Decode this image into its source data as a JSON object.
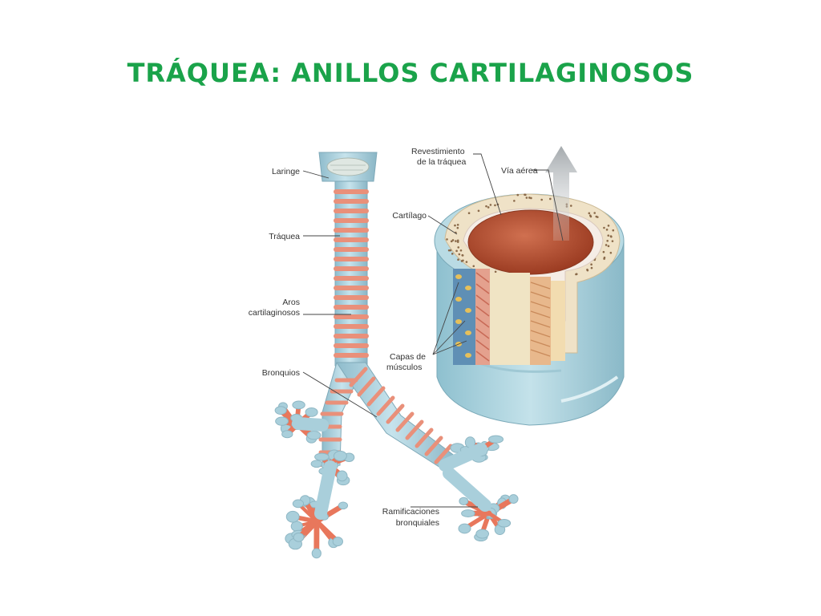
{
  "slide": {
    "title": "TRÁQUEA: ANILLOS CARTILAGINOSOS"
  },
  "labels": {
    "laringe": "Laringe",
    "traquea": "Tráquea",
    "aros_1": "Aros",
    "aros_2": "cartilaginosos",
    "bronquios": "Bronquios",
    "ramificaciones_1": "Ramificaciones",
    "ramificaciones_2": "bronquiales",
    "revestimiento_1": "Revestimiento",
    "revestimiento_2": "de la tráquea",
    "via_aerea": "Vía aérea",
    "cartilago": "Cartílago",
    "capas_1": "Capas de",
    "capas_2": "músculos"
  },
  "colors": {
    "title": "#1aa34a",
    "tissue": "#a9cfdb",
    "cartilage_ring": "#e9907a",
    "bronchial_branch": "#e8775c",
    "lumen": "#b8502f",
    "cartilage_layer": "#efe2c7"
  }
}
